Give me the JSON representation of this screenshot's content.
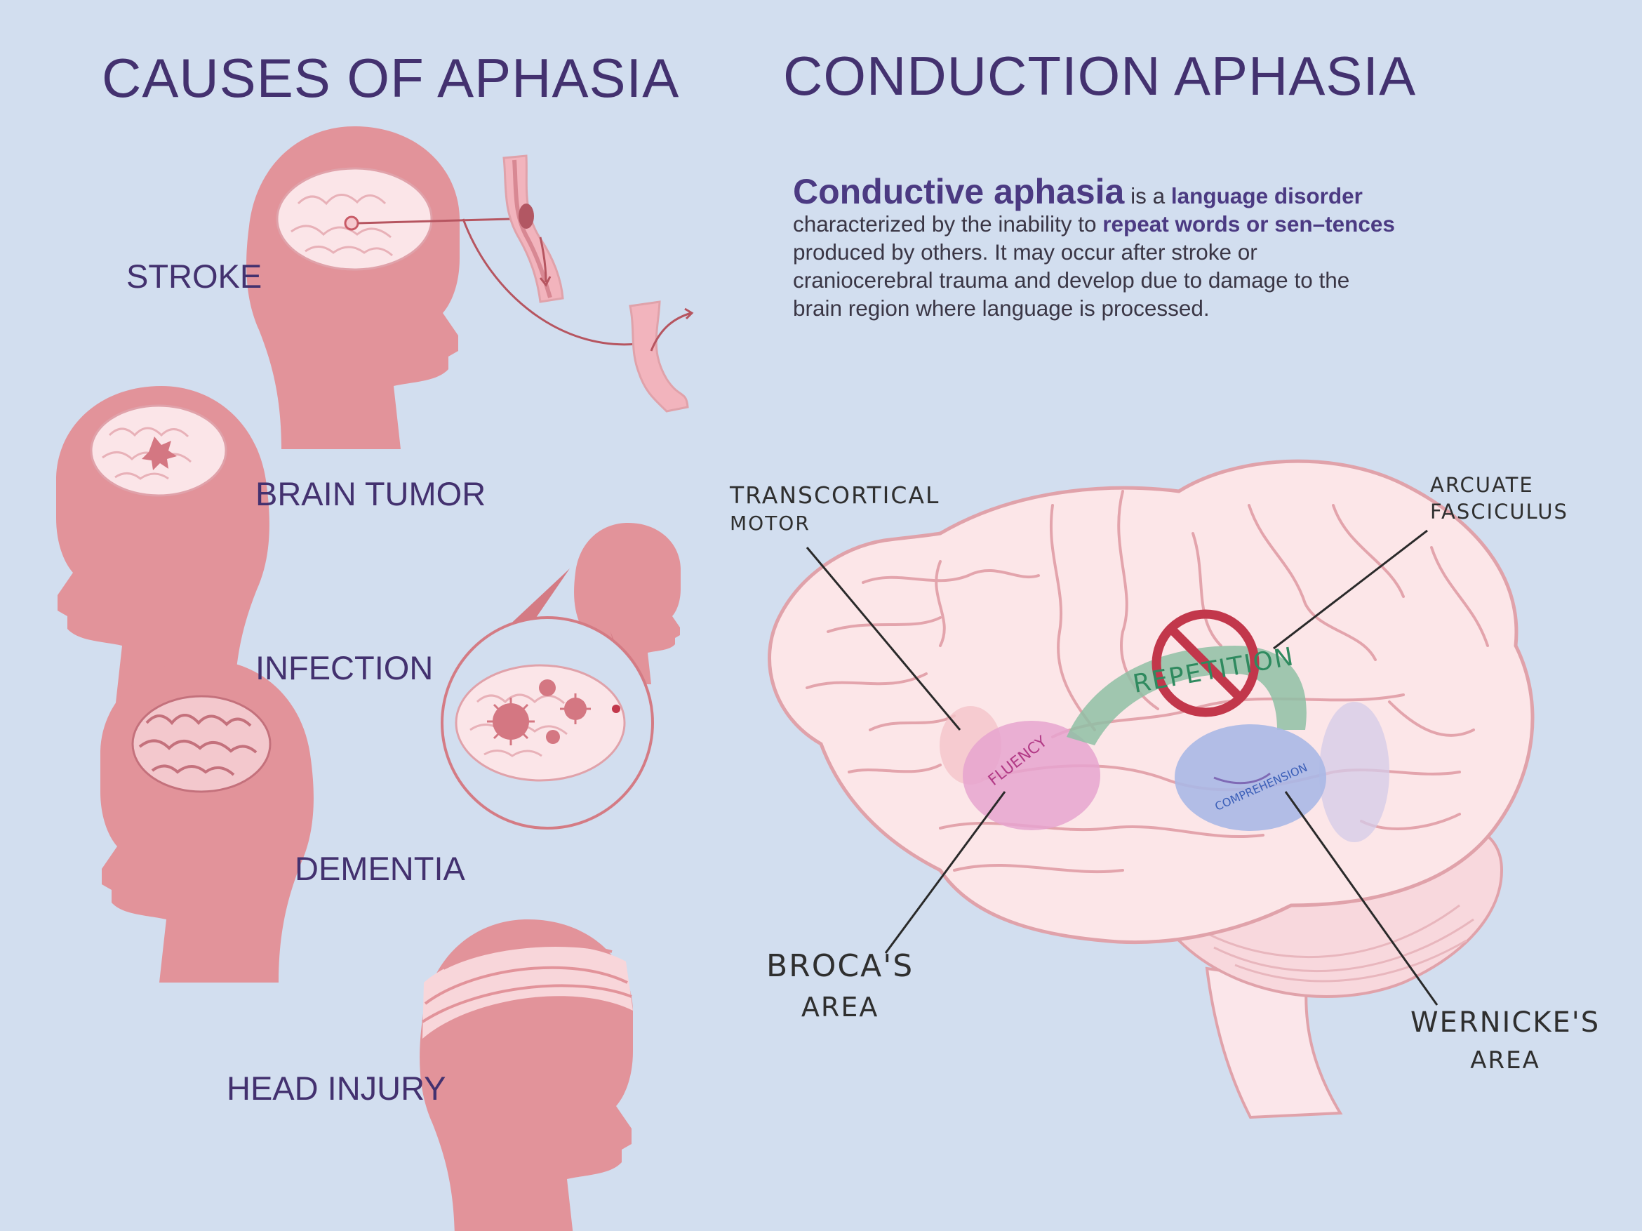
{
  "titles": {
    "left": "CAUSES OF APHASIA",
    "right": "CONDUCTION APHASIA"
  },
  "causes": [
    {
      "label": "STROKE"
    },
    {
      "label": "BRAIN TUMOR"
    },
    {
      "label": "INFECTION"
    },
    {
      "label": "DEMENTIA"
    },
    {
      "label": "HEAD INJURY"
    }
  ],
  "description": {
    "term": "Conductive aphasia",
    "part1": " is a ",
    "em1": "language disorder",
    "part2": " characterized by the inability to ",
    "em2": "repeat words or sen–tences",
    "part3": " produced by others. It may occur after stroke or craniocerebral trauma and develop due to damage to the brain region where language is processed."
  },
  "brain_labels": {
    "transcortical_line1": "TRANSCORTICAL",
    "transcortical_line2": "MOTOR",
    "arcuate_line1": "ARCUATE",
    "arcuate_line2": "FASCICULUS",
    "broca_line1": "BROCA'S",
    "broca_line2": "AREA",
    "wernicke_line1": "WERNICKE'S",
    "wernicke_line2": "AREA",
    "fluency": "FLUENCY",
    "repetition": "REPETITION",
    "comprehension": "COMPREHENSION"
  },
  "colors": {
    "background": "#d2deef",
    "title": "#43316f",
    "head": "#e2939a",
    "brain": "#fce6e8",
    "brain_outline": "#e0a2aa",
    "fluency_area": "#e6a5cf",
    "comprehension_area": "#aab8e6",
    "repetition_tract": "#8fc0a4",
    "prohibition": "#c2374b"
  },
  "icons": {
    "stroke": "head-with-clot-icon",
    "tumor": "head-with-tumor-icon",
    "infection": "head-with-virus-icon",
    "dementia": "head-with-shrunk-brain-icon",
    "head_injury": "bandaged-head-icon",
    "prohibition": "no-sign-icon"
  }
}
